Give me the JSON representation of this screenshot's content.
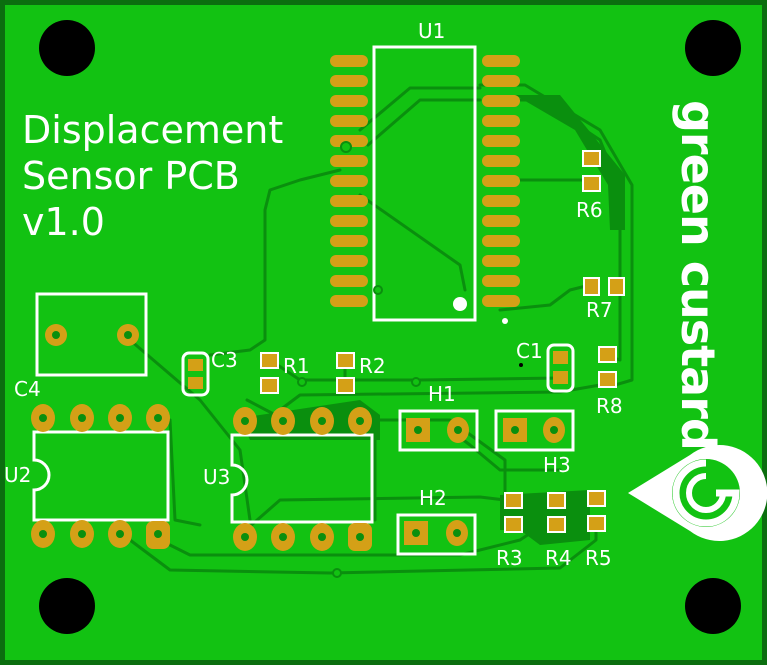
{
  "board": {
    "title_lines": [
      "Displacement",
      "Sensor PCB",
      "v1.0"
    ],
    "brand": "green custard",
    "colors": {
      "substrate": "#12c212",
      "edge": "#0b6e0f",
      "trace": "#0a8f0e",
      "pad": "#d4a017",
      "silk": "#ffffff",
      "hole": "#000000"
    }
  },
  "labels": {
    "u1": "U1",
    "u2": "U2",
    "u3": "U3",
    "c1": "C1",
    "c3": "C3",
    "c4": "C4",
    "r1": "R1",
    "r2": "R2",
    "r3": "R3",
    "r4": "R4",
    "r5": "R5",
    "r6": "R6",
    "r7": "R7",
    "r8": "R8",
    "h1": "H1",
    "h2": "H2",
    "h3": "H3"
  },
  "icons": [
    "mounting-hole-icon",
    "green-custard-logo-icon"
  ]
}
